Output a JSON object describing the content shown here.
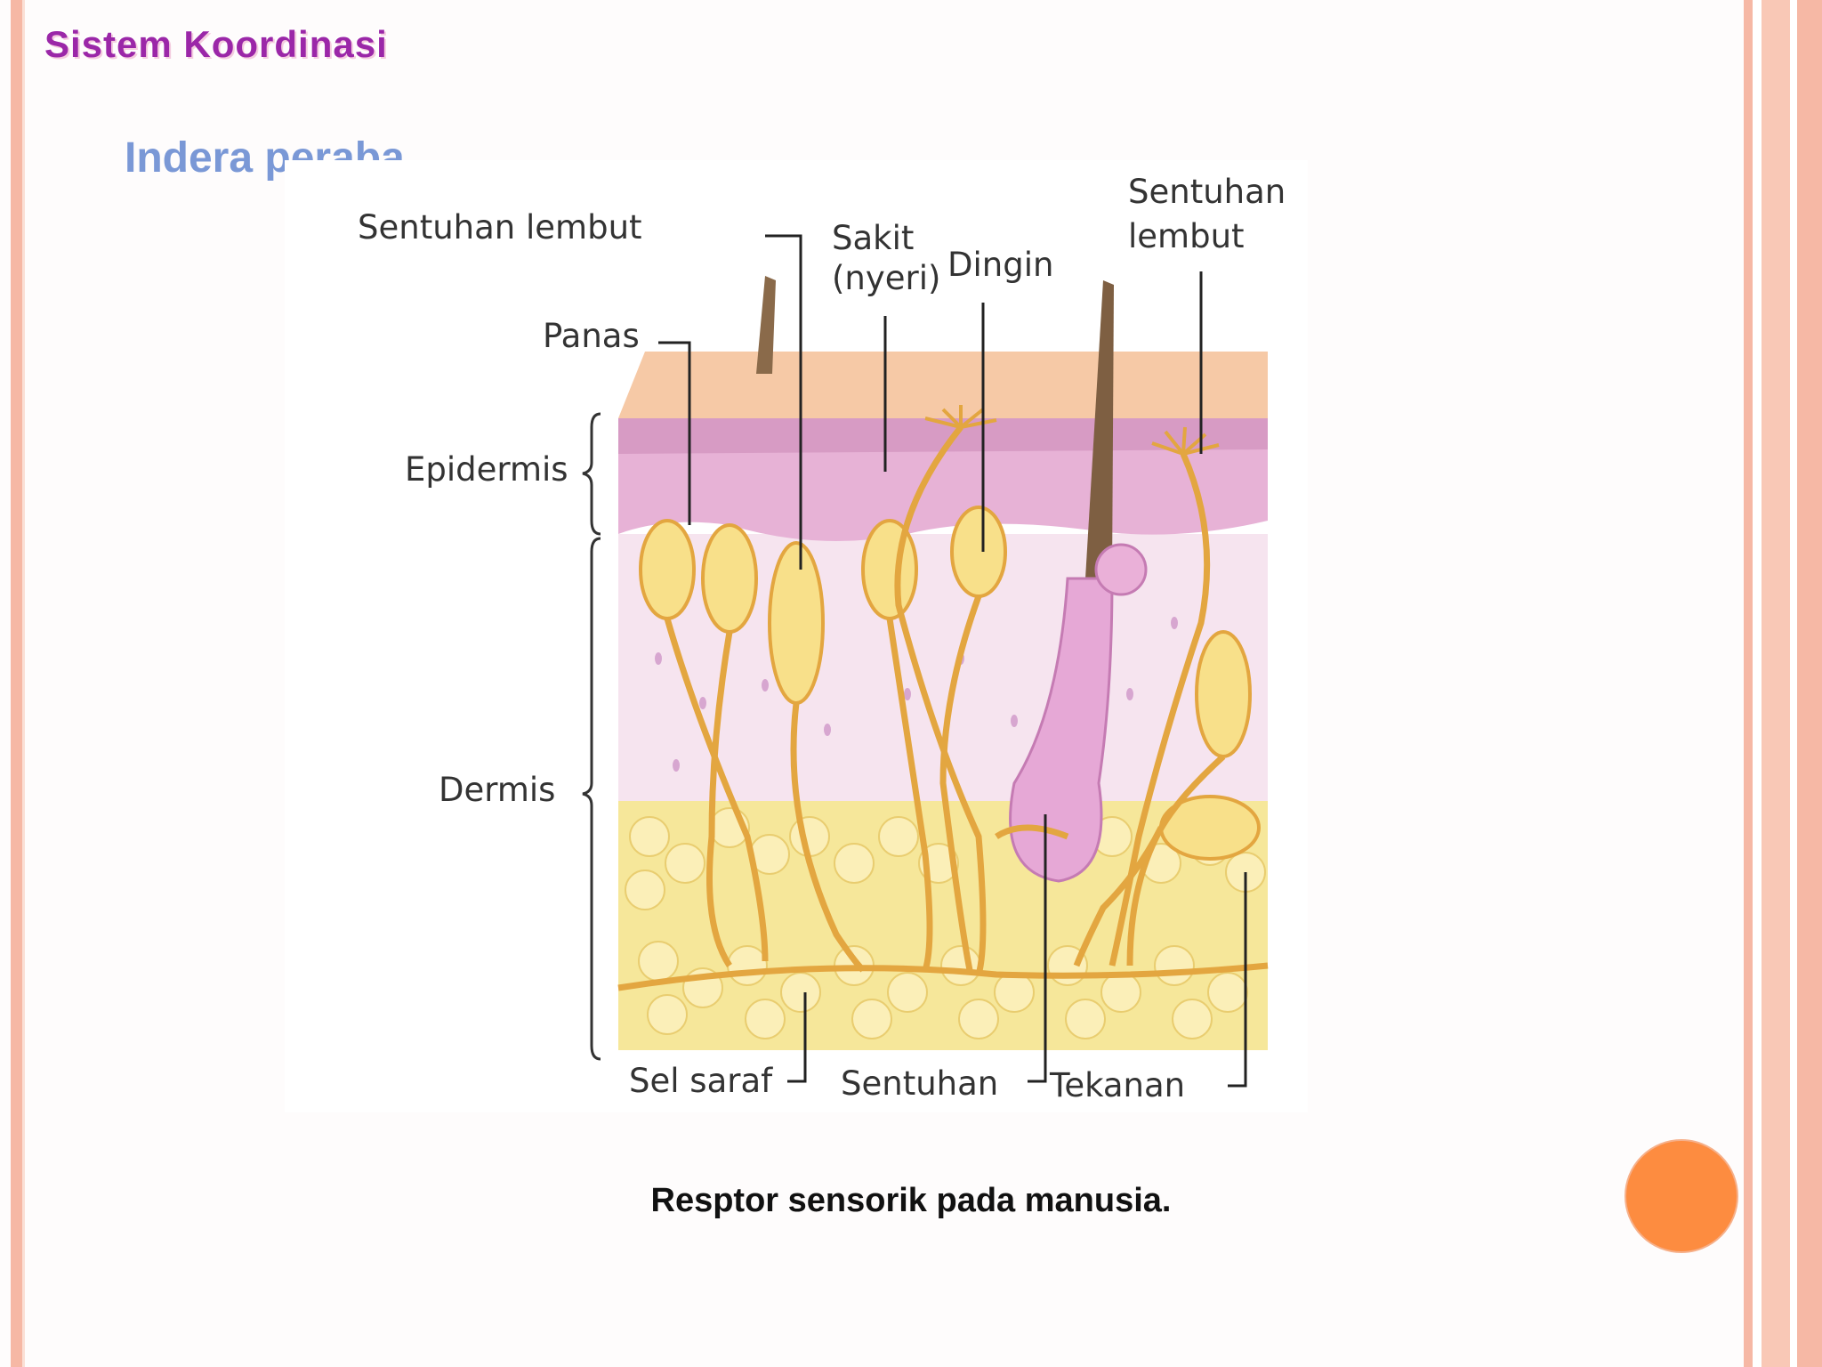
{
  "slide": {
    "header_title": "Sistem Koordinasi",
    "section_heading": "Indera peraba",
    "caption": "Resptor sensorik pada manusia."
  },
  "diagram": {
    "labels": {
      "sentuhan_lembut_left": "Sentuhan  lembut",
      "sakit_line1": "Sakit",
      "sakit_line2": "(nyeri)",
      "dingin": "Dingin",
      "sentuhan_lembut_right_line1": "Sentuhan",
      "sentuhan_lembut_right_line2": "lembut",
      "panas": "Panas",
      "epidermis": "Epidermis",
      "dermis": "Dermis",
      "sel_saraf": "Sel  saraf",
      "sentuhan": "Sentuhan",
      "tekanan": "Tekanan"
    }
  },
  "colors": {
    "title": "#9b27a8",
    "heading": "#7a98d6",
    "accent_circle": "#fd8c40",
    "border": "#f6b8a5"
  }
}
